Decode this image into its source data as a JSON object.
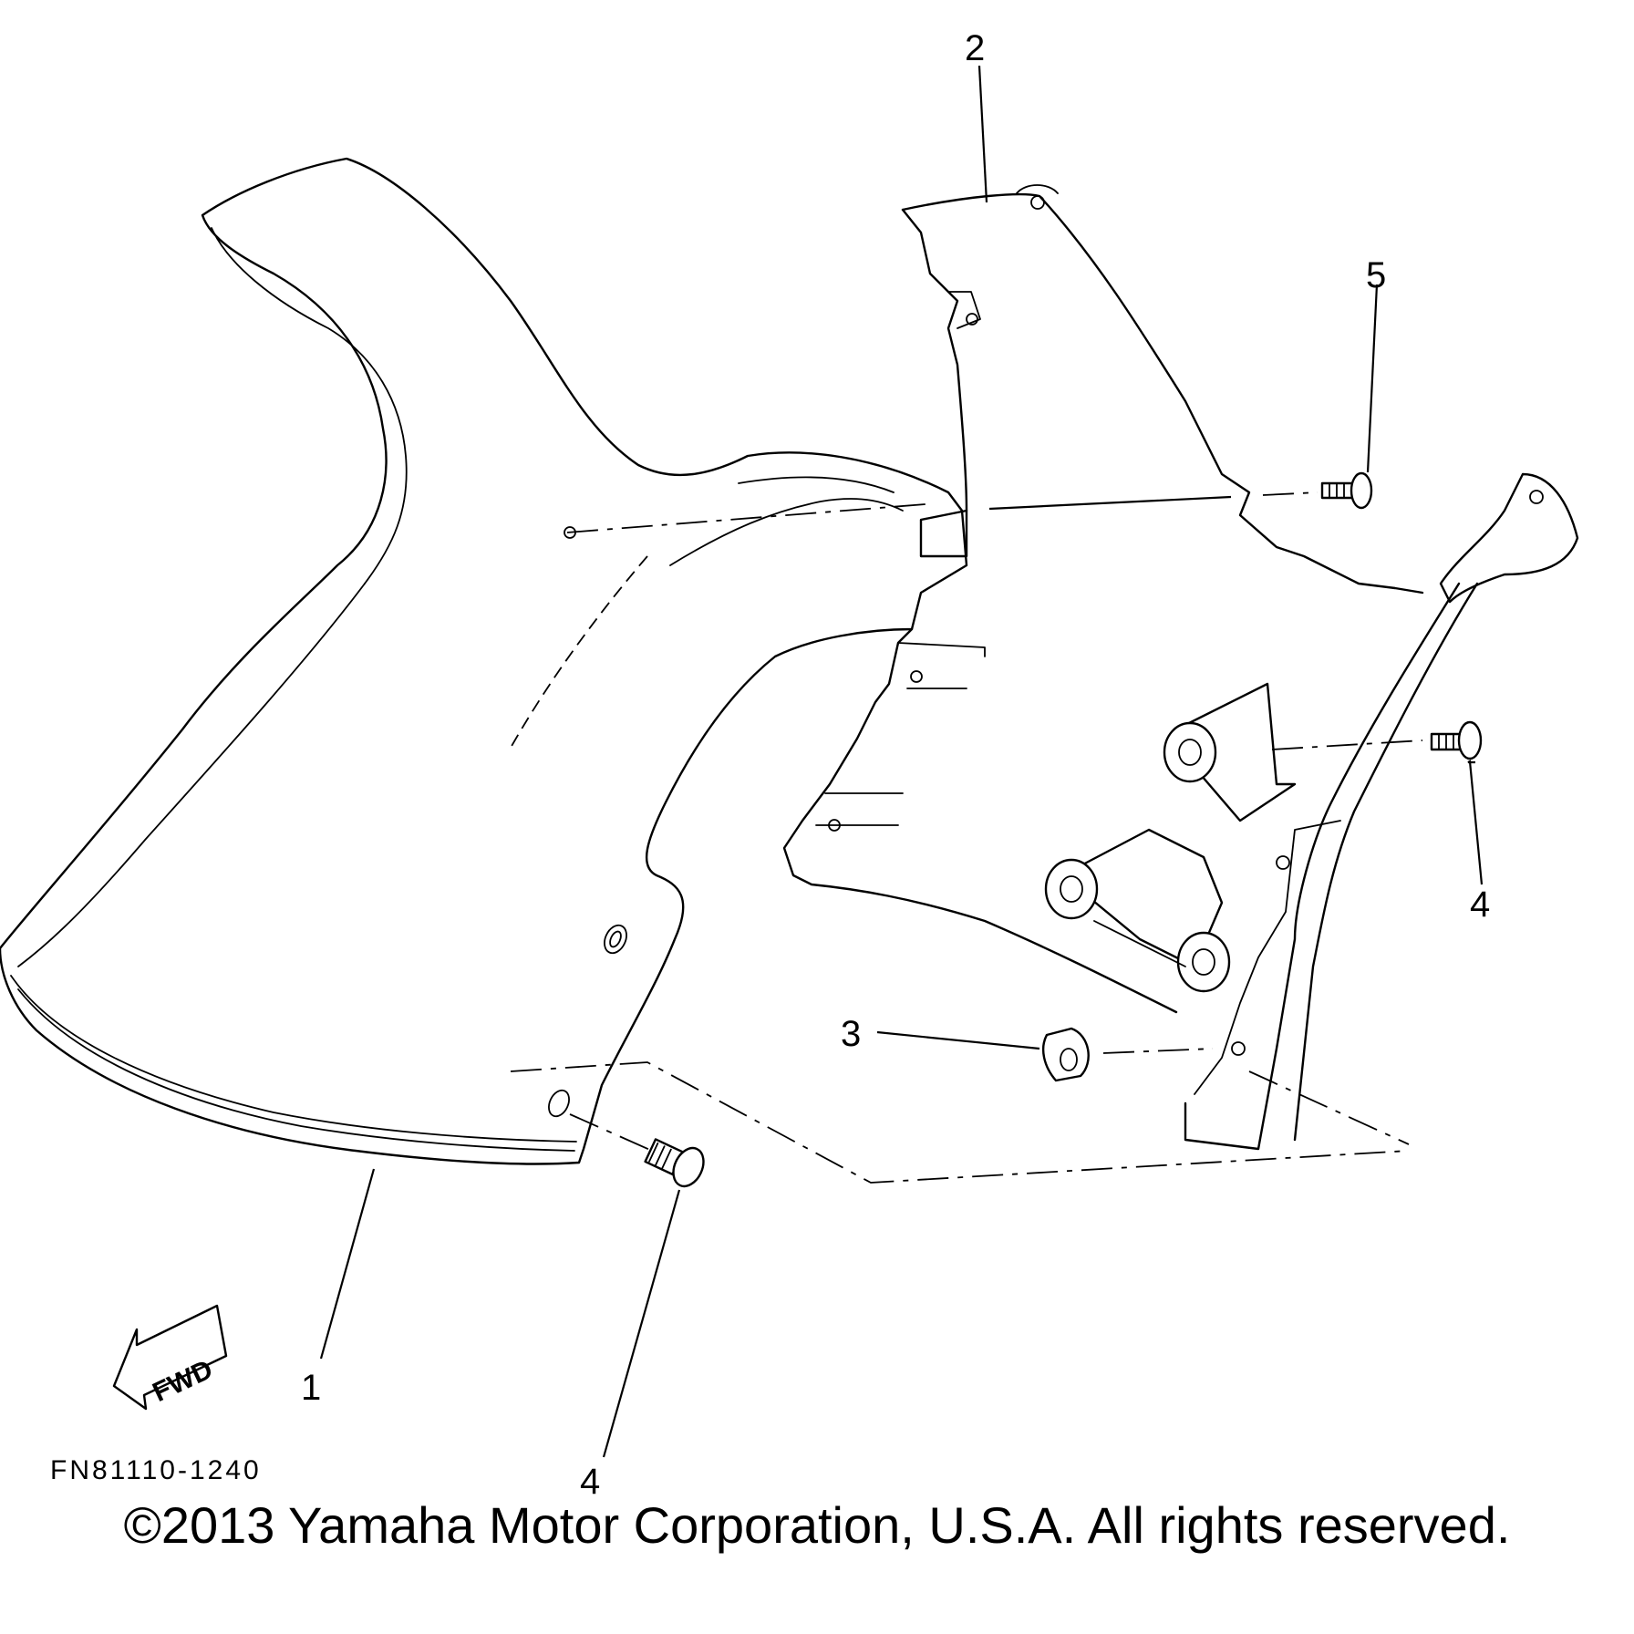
{
  "diagram": {
    "callouts": {
      "c1": "1",
      "c2": "2",
      "c3": "3",
      "c4a": "4",
      "c4b": "4",
      "c5": "5"
    },
    "direction_label": "FWD",
    "figure_code": "FN81110-1240"
  },
  "footer": {
    "copyright": "©2013 Yamaha Motor Corporation, U.S.A. All rights reserved."
  }
}
